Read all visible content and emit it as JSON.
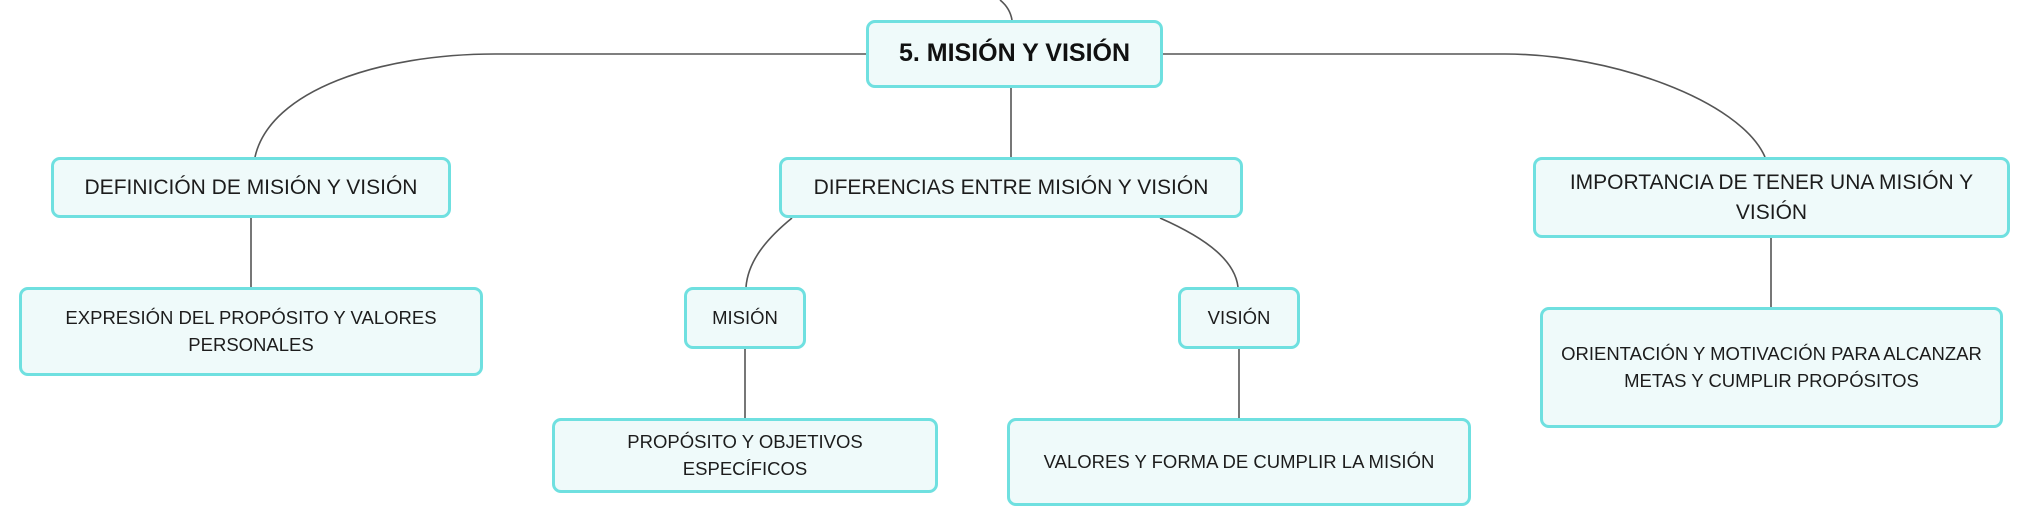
{
  "colors": {
    "node_fill": "#effafa",
    "node_border": "#6fe0e0",
    "connector": "#555555",
    "text": "#1c1c1c"
  },
  "root": {
    "label": "5. MISIÓN Y VISIÓN"
  },
  "branches": [
    {
      "label": "DEFINICIÓN DE MISIÓN Y VISIÓN",
      "children": [
        {
          "label": "EXPRESIÓN DEL PROPÓSITO Y VALORES PERSONALES"
        }
      ]
    },
    {
      "label": "DIFERENCIAS ENTRE MISIÓN Y VISIÓN",
      "children": [
        {
          "label": "MISIÓN",
          "children": [
            {
              "label": "PROPÓSITO Y OBJETIVOS ESPECÍFICOS"
            }
          ]
        },
        {
          "label": "VISIÓN",
          "children": [
            {
              "label": "VALORES Y FORMA DE CUMPLIR LA MISIÓN"
            }
          ]
        }
      ]
    },
    {
      "label": "IMPORTANCIA DE TENER UNA MISIÓN Y VISIÓN",
      "children": [
        {
          "label": "ORIENTACIÓN Y MOTIVACIÓN PARA ALCANZAR METAS Y CUMPLIR PROPÓSITOS"
        }
      ]
    }
  ]
}
